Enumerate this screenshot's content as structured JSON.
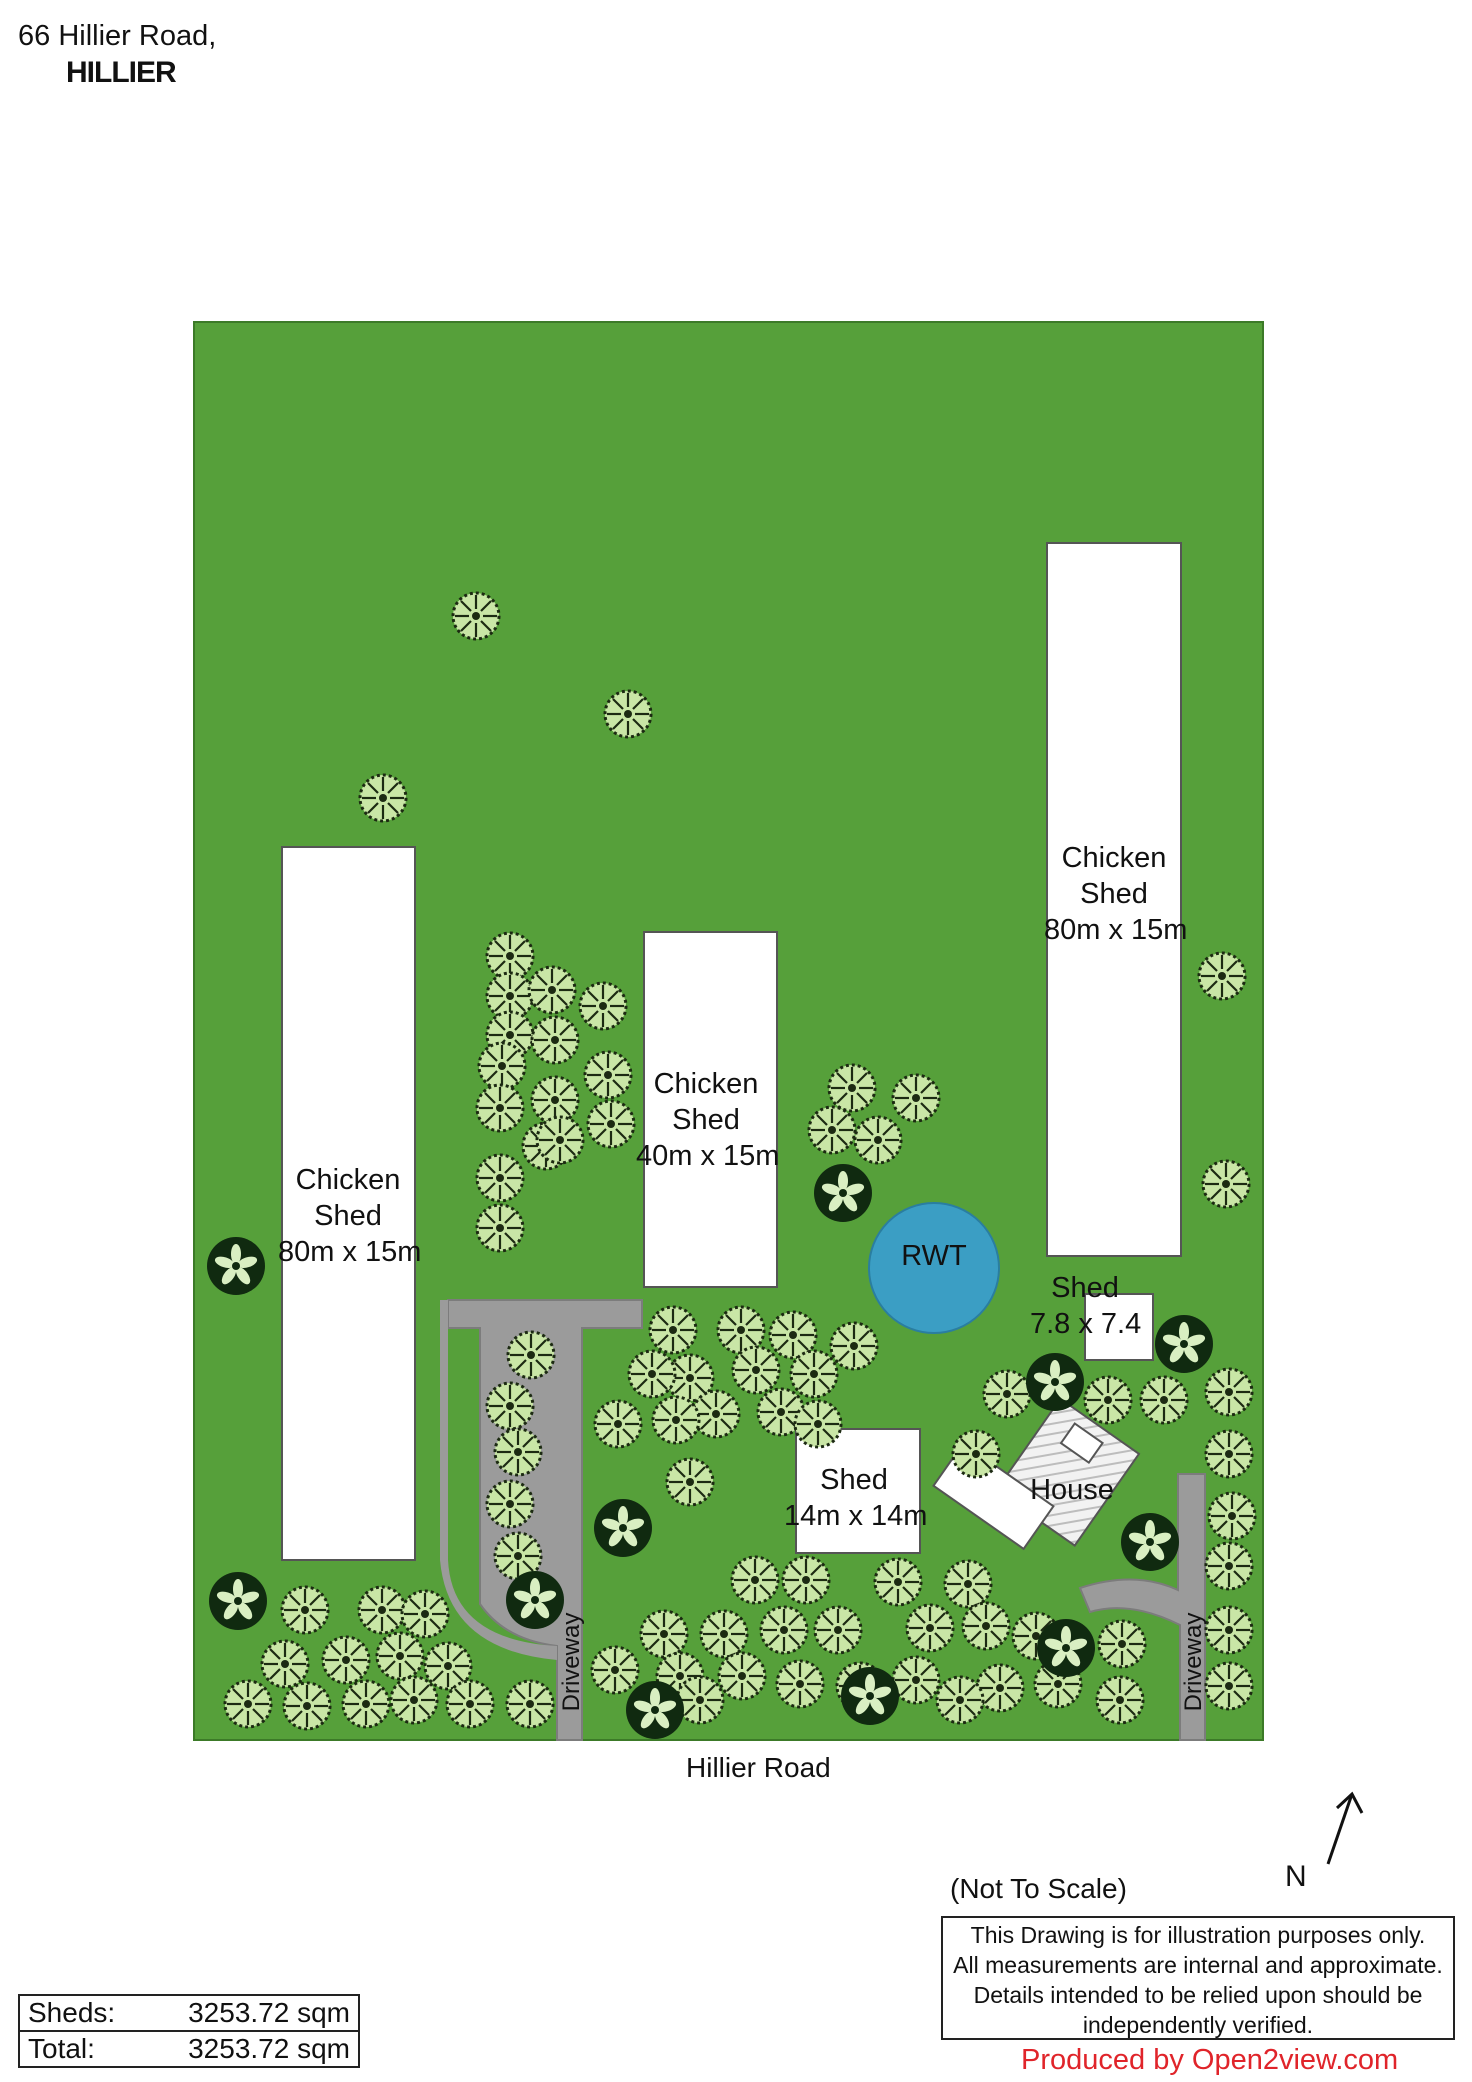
{
  "header": {
    "address_line1": "66 Hillier Road,",
    "address_line2": "HILLIER"
  },
  "buildings": [
    {
      "id": "shed-west",
      "lines": [
        "Chicken",
        "Shed",
        "80m x 15m"
      ]
    },
    {
      "id": "shed-middle",
      "lines": [
        "Chicken",
        "Shed",
        "40m x 15m"
      ]
    },
    {
      "id": "shed-east",
      "lines": [
        "Chicken",
        "Shed",
        "80m x 15m"
      ]
    },
    {
      "id": "rwt",
      "lines": [
        "RWT"
      ]
    },
    {
      "id": "small-shed",
      "lines": [
        "Shed",
        "7.8 x 7.4"
      ]
    },
    {
      "id": "shed-14",
      "lines": [
        "Shed",
        "14m x 14m"
      ]
    },
    {
      "id": "house",
      "lines": [
        "House"
      ]
    }
  ],
  "driveways": [
    "Driveway",
    "Driveway"
  ],
  "road": "Hillier Road",
  "scale_note": "(Not To Scale)",
  "north_label": "N",
  "disclaimer": [
    "This Drawing is for illustration purposes only.",
    "All measurements are internal and  approximate.",
    "Details intended to be relied upon should be",
    "independently verified."
  ],
  "producer": "Produced by Open2view.com",
  "areas": [
    {
      "label": "Sheds:",
      "value": "3253.72 sqm"
    },
    {
      "label": "Total:",
      "value": "3253.72 sqm"
    }
  ],
  "colors": {
    "lawn": "#56a03a",
    "driveway": "#9b9b9b",
    "building": "#ffffff",
    "tank": "#3b9ec4",
    "shrub": "#c9e6a6",
    "tree_dark": "#123012",
    "producer_text": "#e0242a"
  },
  "icons": [
    "shrub-icon",
    "tree-icon",
    "north-arrow-icon"
  ]
}
